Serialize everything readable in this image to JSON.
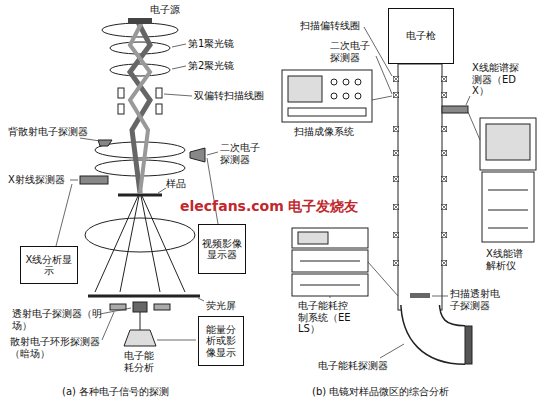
{
  "diagram": {
    "nodes": [
      {
        "text": [
          "电子枪"
        ]
      },
      {
        "text": [
          "X线分析显示"
        ]
      },
      {
        "text": [
          "视频影像显示器"
        ]
      },
      {
        "text": [
          "能量分析或影像显示"
        ]
      }
    ],
    "labels": [
      "电子源",
      "第1聚光镜",
      "第2聚光镜",
      "双偏转扫描线圈",
      "背散射电子探测器",
      "二次电子探测器",
      "X射线探测器",
      "样品",
      "elecfans.com",
      "电子发烧友",
      "荧光屏",
      "透射电子探测器（明场）",
      "散射电子环形探测器（暗场）",
      "电子能耗分析",
      "(a) 各种电子信号的探测",
      "扫描偏转线圈",
      "二次电子探测器",
      "扫描成像系统",
      "X线能谱探测器（EDX）",
      "X线能谱解析仪",
      "电子能耗控制系统（EELS）",
      "扫描透射电子探测器",
      "电子能耗探测器",
      "(b) 电镜对样品微区的综合分析"
    ]
  }
}
